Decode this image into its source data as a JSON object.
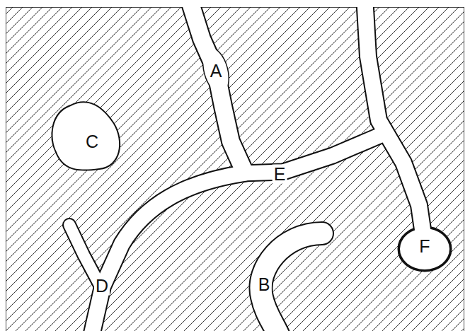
{
  "diagram": {
    "labels": [
      "A",
      "C",
      "E",
      "F",
      "D",
      "B"
    ]
  }
}
